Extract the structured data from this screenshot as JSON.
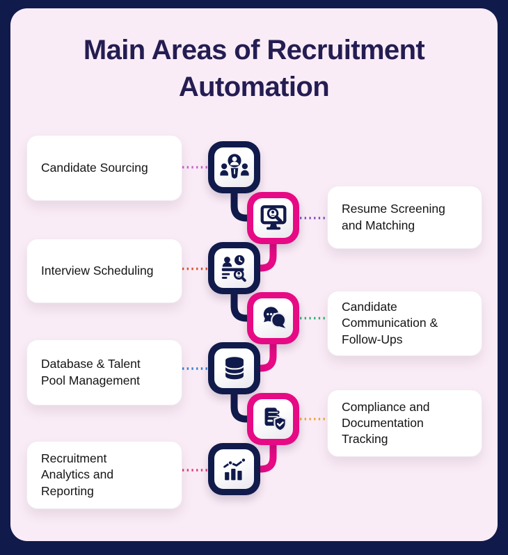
{
  "title": "Main Areas of Recruitment\nAutomation",
  "palette": {
    "navy": "#101A4B",
    "pink": "#E60A84",
    "panel_bg": "#FAECF6",
    "title_color": "#241D52",
    "card_bg": "#FFFFFF",
    "text_color": "#141414"
  },
  "items": [
    {
      "label": "Candidate Sourcing",
      "side": "left",
      "icon": "people-sourcing-icon",
      "badge_color": "#101A4B",
      "connector_color": "#C85FC8"
    },
    {
      "label": "Resume Screening\nand Matching",
      "side": "right",
      "icon": "resume-screening-icon",
      "badge_color": "#E60A84",
      "connector_color": "#8050C0"
    },
    {
      "label": "Interview Scheduling",
      "side": "left",
      "icon": "interview-scheduling-icon",
      "badge_color": "#101A4B",
      "connector_color": "#DE4E2A"
    },
    {
      "label": "Candidate\nCommunication &\nFollow-Ups",
      "side": "right",
      "icon": "chat-bubbles-icon",
      "badge_color": "#E60A84",
      "connector_color": "#2EB273"
    },
    {
      "label": "Database & Talent\nPool Management",
      "side": "left",
      "icon": "database-icon",
      "badge_color": "#101A4B",
      "connector_color": "#2E7ED6"
    },
    {
      "label": "Compliance and\nDocumentation\nTracking",
      "side": "right",
      "icon": "document-shield-icon",
      "badge_color": "#E60A84",
      "connector_color": "#F2A437"
    },
    {
      "label": "Recruitment\nAnalytics and\nReporting",
      "side": "left",
      "icon": "bar-chart-icon",
      "badge_color": "#101A4B",
      "connector_color": "#E03A78"
    }
  ]
}
